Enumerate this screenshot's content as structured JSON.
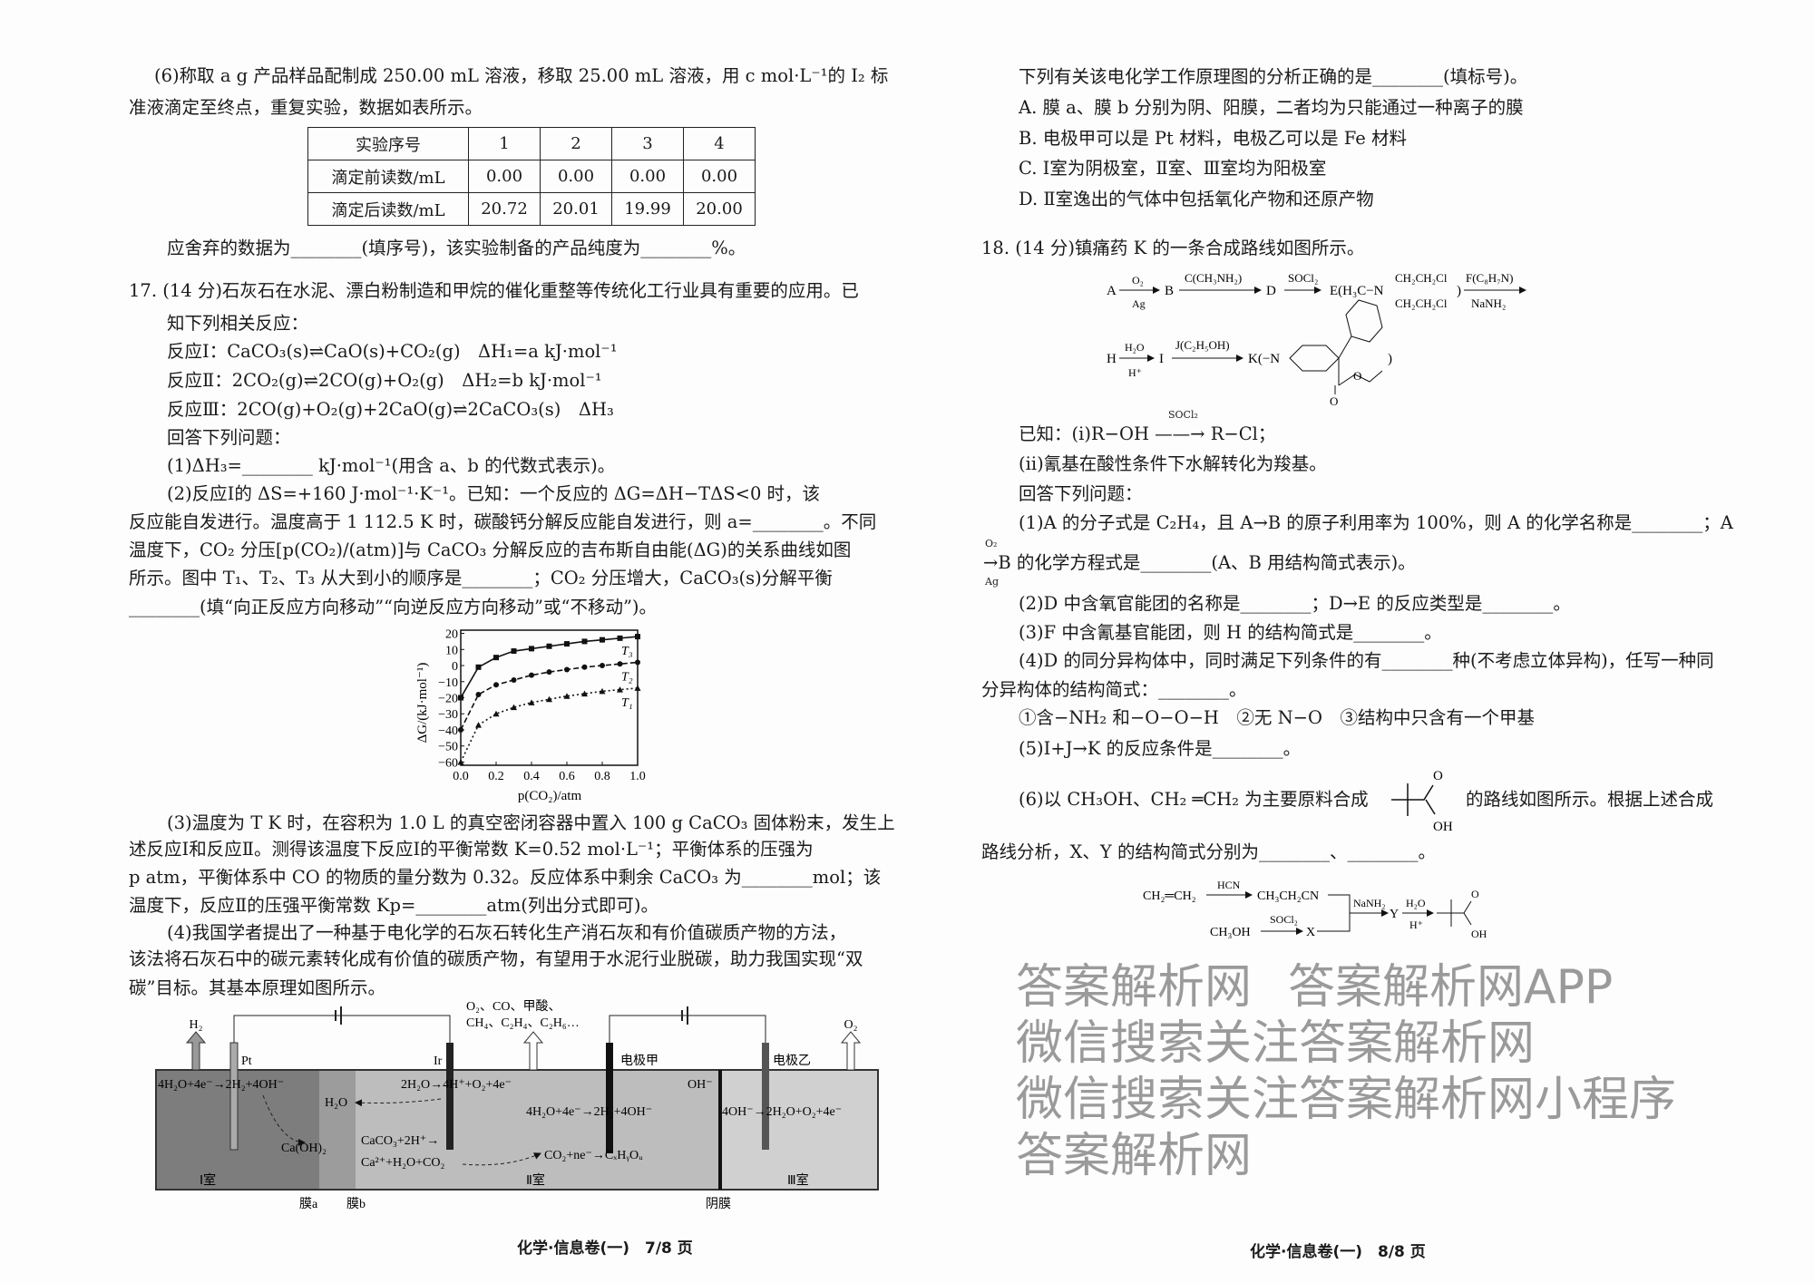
{
  "left": {
    "q16_6_line1": "(6)称取 a g 产品样品配制成 250.00 mL 溶液，移取 25.00 mL 溶液，用 c mol·L⁻¹的 I₂ 标",
    "q16_6_line2": "准液滴定至终点，重复实验，数据如表所示。",
    "table": {
      "headers": [
        "实验序号",
        "1",
        "2",
        "3",
        "4"
      ],
      "rows": [
        [
          "滴定前读数/mL",
          "0.00",
          "0.00",
          "0.00",
          "0.00"
        ],
        [
          "滴定后读数/mL",
          "20.72",
          "20.01",
          "19.99",
          "20.00"
        ]
      ]
    },
    "q16_6_line3": "应舍弃的数据为________(填序号)，该实验制备的产品纯度为________%。",
    "q17_line1": "17. (14 分)石灰石在水泥、漂白粉制造和甲烷的催化重整等传统化工行业具有重要的应用。已",
    "q17_line2": "知下列相关反应：",
    "reaction1": "反应Ⅰ：CaCO₃(s)⇌CaO(s)+CO₂(g)　ΔH₁=a kJ·mol⁻¹",
    "reaction2": "反应Ⅱ：2CO₂(g)⇌2CO(g)+O₂(g)　ΔH₂=b kJ·mol⁻¹",
    "reaction3": "反应Ⅲ：2CO(g)+O₂(g)+2CaO(g)⇌2CaCO₃(s)　ΔH₃",
    "answer_prompt": "回答下列问题：",
    "q17_1": "(1)ΔH₃=________ kJ·mol⁻¹(用含 a、b 的代数式表示)。",
    "q17_2_l1": "(2)反应Ⅰ的 ΔS=+160 J·mol⁻¹·K⁻¹。已知：一个反应的 ΔG=ΔH−TΔS<0 时，该",
    "q17_2_l2": "反应能自发进行。温度高于 1 112.5 K 时，碳酸钙分解反应能自发进行，则 a=________。不同",
    "q17_2_l3": "温度下，CO₂ 分压[p(CO₂)/(atm)]与 CaCO₃ 分解反应的吉布斯自由能(ΔG)的关系曲线如图",
    "q17_2_l4": "所示。图中 T₁、T₂、T₃ 从大到小的顺序是________；CO₂ 分压增大，CaCO₃(s)分解平衡",
    "q17_2_l5": "________(填“向正反应方向移动”“向逆反应方向移动”或“不移动”)。",
    "q17_3_l1": "(3)温度为 T K 时，在容积为 1.0 L 的真空密闭容器中置入 100 g CaCO₃ 固体粉末，发生上",
    "q17_3_l2": "述反应Ⅰ和反应Ⅱ。测得该温度下反应Ⅰ的平衡常数 K=0.52 mol·L⁻¹；平衡体系的压强为",
    "q17_3_l3": "p atm，平衡体系中 CO 的物质的量分数为 0.32。反应体系中剩余 CaCO₃ 为________mol；该",
    "q17_3_l4": "温度下，反应Ⅱ的压强平衡常数 Kp=________atm(列出分式即可)。",
    "q17_4_l1": "(4)我国学者提出了一种基于电化学的石灰石转化生产消石灰和有价值碳质产物的方法，",
    "q17_4_l2": "该法将石灰石中的碳元素转化成有价值的碳质产物，有望用于水泥行业脱碳，助力我国实现“双",
    "q17_4_l3": "碳”目标。其基本原理如图所示。",
    "diagram": {
      "h2": "H₂",
      "pt": "Pt",
      "ir": "Ir",
      "gases_l1": "O₂、CO、甲酸、",
      "gases_l2": "CH₄、C₂H₄、C₂H₆…",
      "electrode_jia": "电极甲",
      "electrode_yi": "电极乙",
      "o2": "O₂",
      "r_cath1": "4H₂O+4e⁻→2H₂+4OH⁻",
      "r_h2o": "H₂O",
      "r_anode_ir": "2H₂O→4H⁺+O₂+4e⁻",
      "oh": "OH⁻",
      "r_jia": "4H₂O+4e⁻→2H₂+4OH⁻",
      "r_yi": "4OH⁻→2H₂O+O₂+4e⁻",
      "caoh2": "Ca(OH)₂",
      "r_caco3": "CaCO₃+2H⁺→",
      "r_ca": "Ca²⁺+H₂O+CO₂",
      "r_co2": "CO₂+ne⁻→CₓHᵧOᵤ",
      "room1": "Ⅰ室",
      "room2": "Ⅱ室",
      "room3": "Ⅲ室",
      "mem_a": "膜a",
      "mem_b": "膜b",
      "anion_mem": "阴膜"
    },
    "footer": "化学·信息卷(一)　7/8 页"
  },
  "right": {
    "q17_4_question": "下列有关该电化学工作原理图的分析正确的是________(填标号)。",
    "options": [
      "A. 膜 a、膜 b 分别为阴、阳膜，二者均为只能通过一种离子的膜",
      "B. 电极甲可以是 Pt 材料，电极乙可以是 Fe 材料",
      "C. Ⅰ室为阴极室，Ⅱ室、Ⅲ室均为阳极室",
      "D. Ⅱ室逸出的气体中包括氧化产物和还原产物"
    ],
    "q18_title": "18. (14 分)镇痛药 K 的一条合成路线如图所示。",
    "scheme1": {
      "A": "A",
      "o2": "O₂",
      "ag": "Ag",
      "B": "B",
      "c": "C(CH₃NH₂)",
      "D": "D",
      "socl2": "SOCl₂",
      "E": "E(H₃C−N",
      "e_arm1": "CH₂CH₂Cl",
      "e_arm2": "CH₂CH₂Cl",
      "paren": ")",
      "f": "F(C₈H₇N)",
      "nanh2": "NaNH₂"
    },
    "scheme2": {
      "H": "H",
      "h2o": "H₂O",
      "hplus": "H⁺",
      "I": "I",
      "j": "J(C₂H₅OH)",
      "K": "K(−N",
      "o": "O",
      "close": ")"
    },
    "known1": "已知：(ⅰ)R−OH ——→ R−Cl；",
    "known1_reagent": "SOCl₂",
    "known2": "(ⅱ)氰基在酸性条件下水解转化为羧基。",
    "answer_prompt": "回答下列问题：",
    "q1_l1": "(1)A 的分子式是 C₂H₄，且 A→B 的原子利用率为 100%，则 A 的化学名称是________；A",
    "q1_l2": "→B 的化学方程式是________(A、B 用结构简式表示)。",
    "q1_arrow_top": "O₂",
    "q1_arrow_bottom": "Ag",
    "q2": "(2)D 中含氧官能团的名称是________；D→E 的反应类型是________。",
    "q3": "(3)F 中含氰基官能团，则 H 的结构简式是________。",
    "q4_l1": "(4)D 的同分异构体中，同时满足下列条件的有________种(不考虑立体异构)，任写一种同",
    "q4_l2": "分异构体的结构简式：________。",
    "q4_conditions": "①含−NH₂ 和−O−O−H　②无 N−O　③结构中只含有一个甲基",
    "q5": "(5)I+J→K 的反应条件是________。",
    "q6_l1a": "(6)以 CH₃OH、CH₂ ═CH₂ 为主要原料合成",
    "q6_l1b": "的路线如图所示。根据上述合成",
    "q6_o": "O",
    "q6_oh": "OH",
    "q6_l2": "路线分析，X、Y 的结构简式分别为________、________。",
    "scheme3": {
      "ethene": "CH₂═CH₂",
      "hcn": "HCN",
      "nitrile": "CH₃CH₂CN",
      "nanh2": "NaNH₂",
      "Y": "Y",
      "h2o": "H₂O",
      "hplus": "H⁺",
      "o": "O",
      "oh": "OH",
      "methanol": "CH₃OH",
      "socl2": "SOCl₂",
      "X": "X"
    },
    "footer": "化学·信息卷(一)　8/8 页"
  },
  "watermarks": [
    "答案解析网",
    "答案解析网APP",
    "微信搜索关注答案解析网",
    "微信搜索关注答案解析网小程序",
    "答案解析网"
  ],
  "chart_data": {
    "type": "line",
    "title": "",
    "xlabel": "p(CO₂)/atm",
    "ylabel": "ΔG/(kJ·mol⁻¹)",
    "xlim": [
      0,
      1.0
    ],
    "ylim": [
      -62,
      22
    ],
    "xticks": [
      "0.0",
      "0.2",
      "0.4",
      "0.6",
      "0.8",
      "1.0"
    ],
    "yticks": [
      "20",
      "10",
      "0",
      "−10",
      "−20",
      "−30",
      "−40",
      "−50",
      "−60"
    ],
    "ytick_values": [
      20,
      10,
      0,
      -10,
      -20,
      -30,
      -40,
      -50,
      -60
    ],
    "xtick_values": [
      0,
      0.2,
      0.4,
      0.6,
      0.8,
      1.0
    ],
    "x": [
      0,
      0.1,
      0.2,
      0.3,
      0.4,
      0.5,
      0.6,
      0.7,
      0.8,
      0.9,
      1.0
    ],
    "series": [
      {
        "name": "T₃",
        "marker": "square",
        "style": "solid",
        "values": [
          -20,
          -1,
          5,
          9,
          10.5,
          12,
          13.5,
          15,
          16,
          17,
          18
        ]
      },
      {
        "name": "T₂",
        "marker": "circle",
        "style": "dashed",
        "values": [
          -40,
          -18,
          -12,
          -9,
          -6,
          -4,
          -2.5,
          -1,
          0,
          1,
          2
        ]
      },
      {
        "name": "T₁",
        "marker": "triangle",
        "style": "dotted",
        "values": [
          -60,
          -37,
          -30,
          -26,
          -23,
          -21,
          -19,
          -17.5,
          -16,
          -15,
          -14
        ]
      }
    ],
    "grid": false,
    "legend": "inline-right"
  }
}
